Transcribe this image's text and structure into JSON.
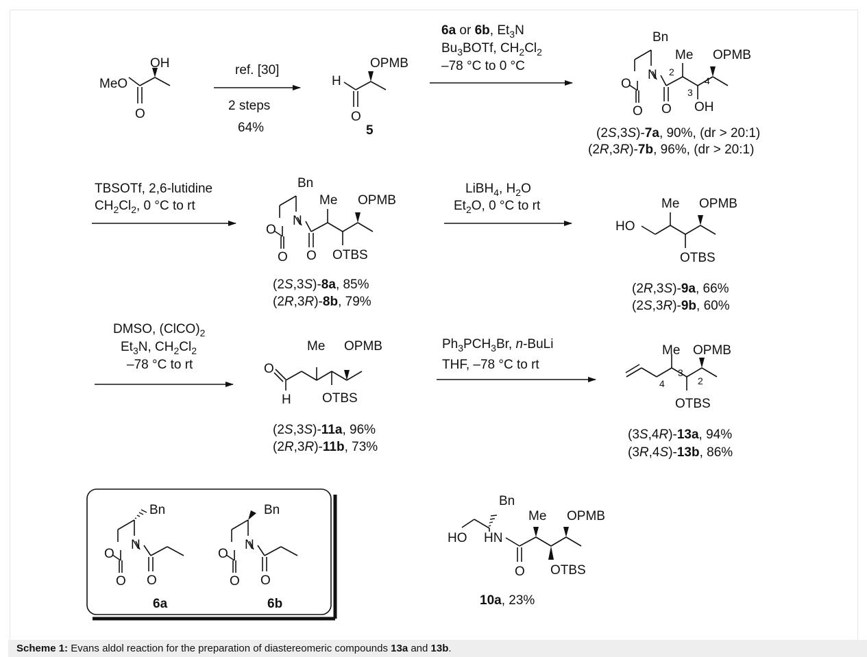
{
  "caption": {
    "label": "Scheme 1:",
    "text_a": " Evans aldol reaction for the preparation of diastereomeric compounds ",
    "cmp1": "13a",
    "text_b": " and ",
    "cmp2": "13b",
    "text_c": "."
  },
  "row1": {
    "start_meo": "MeO",
    "start_oh": "OH",
    "start_o": "O",
    "arrow1_top": "ref. [30]",
    "arrow1_mid": "2 steps",
    "arrow1_bot": "64%",
    "c5_h": "H",
    "c5_opmb": "OPMB",
    "c5_o": "O",
    "c5_label": "5",
    "arrow2_l1_a": "6a",
    "arrow2_l1_or": " or ",
    "arrow2_l1_b": "6b",
    "arrow2_l1_c": ", Et",
    "arrow2_l1_sub": "3",
    "arrow2_l1_d": "N",
    "arrow2_l2_a": "Bu",
    "arrow2_l2_sub": "3",
    "arrow2_l2_b": "BOTf, CH",
    "arrow2_l2_sub2": "2",
    "arrow2_l2_c": "Cl",
    "arrow2_l2_sub3": "2",
    "arrow2_l3": "–78 °C to 0 °C",
    "c7_bn": "Bn",
    "c7_me": "Me",
    "c7_opmb": "OPMB",
    "c7_o1": "O",
    "c7_n": "N",
    "c7_o2": "O",
    "c7_o3": "O",
    "c7_oh": "OH",
    "c7_n2": "2",
    "c7_n3": "3",
    "c7_n4": "4",
    "c7_label_a": "(2",
    "c7_label_s": "S",
    "c7_label_b": ",3",
    "c7_label_s2": "S",
    "c7_label_c": ")-",
    "c7_label_cmp": "7a",
    "c7_label_d": ", 90%, (dr > 20:1)",
    "c7b_label_a": "(2",
    "c7b_label_r": "R",
    "c7b_label_b": ",3",
    "c7b_label_r2": "R",
    "c7b_label_c": ")-",
    "c7b_label_cmp": "7b",
    "c7b_label_d": ", 96%, (dr > 20:1)"
  },
  "row2": {
    "arrow1_l1": "TBSOTf, 2,6-lutidine",
    "arrow1_l2_a": "CH",
    "arrow1_l2_sub": "2",
    "arrow1_l2_b": "Cl",
    "arrow1_l2_sub2": "2",
    "arrow1_l2_c": ", 0 °C to rt",
    "c8_bn": "Bn",
    "c8_me": "Me",
    "c8_opmb": "OPMB",
    "c8_o1": "O",
    "c8_n": "N",
    "c8_o2": "O",
    "c8_o3": "O",
    "c8_otbs": "OTBS",
    "c8a_a": "(2",
    "c8a_s": "S",
    "c8a_b": ",3",
    "c8a_s2": "S",
    "c8a_c": ")-",
    "c8a_cmp": "8a",
    "c8a_d": ", 85%",
    "c8b_a": "(2",
    "c8b_r": "R",
    "c8b_b": ",3",
    "c8b_r2": "R",
    "c8b_c": ")-",
    "c8b_cmp": "8b",
    "c8b_d": ", 79%",
    "arrow2_l1_a": "LiBH",
    "arrow2_l1_sub": "4",
    "arrow2_l1_b": ", H",
    "arrow2_l1_sub2": "2",
    "arrow2_l1_c": "O",
    "arrow2_l2_a": "Et",
    "arrow2_l2_sub": "2",
    "arrow2_l2_b": "O, 0 °C to rt",
    "c9_ho": "HO",
    "c9_me": "Me",
    "c9_opmb": "OPMB",
    "c9_otbs": "OTBS",
    "c9a_a": "(2",
    "c9a_r": "R",
    "c9a_b": ",3",
    "c9a_s": "S",
    "c9a_c": ")-",
    "c9a_cmp": "9a",
    "c9a_d": ", 66%",
    "c9b_a": "(2",
    "c9b_s": "S",
    "c9b_b": ",3",
    "c9b_r": "R",
    "c9b_c": ")-",
    "c9b_cmp": "9b",
    "c9b_d": ", 60%"
  },
  "row3": {
    "arrow1_l1_a": "DMSO, (ClCO)",
    "arrow1_l1_sub": "2",
    "arrow1_l2_a": "Et",
    "arrow1_l2_sub": "3",
    "arrow1_l2_b": "N, CH",
    "arrow1_l2_sub2": "2",
    "arrow1_l2_c": "Cl",
    "arrow1_l2_sub3": "2",
    "arrow1_l3": "–78 °C to rt",
    "c11_o": "O",
    "c11_h": "H",
    "c11_me": "Me",
    "c11_opmb": "OPMB",
    "c11_otbs": "OTBS",
    "c11a_a": "(2",
    "c11a_s": "S",
    "c11a_b": ",3",
    "c11a_s2": "S",
    "c11a_c": ")-",
    "c11a_cmp": "11a",
    "c11a_d": ", 96%",
    "c11b_a": "(2",
    "c11b_r": "R",
    "c11b_b": ",3",
    "c11b_r2": "R",
    "c11b_c": ")-",
    "c11b_cmp": "11b",
    "c11b_d": ", 73%",
    "arrow2_l1_a": "Ph",
    "arrow2_l1_sub": "3",
    "arrow2_l1_b": "PCH",
    "arrow2_l1_sub2": "3",
    "arrow2_l1_c": "Br, ",
    "arrow2_l1_it": "n",
    "arrow2_l1_d": "-BuLi",
    "arrow2_l2": "THF, –78 °C to rt",
    "c13_me": "Me",
    "c13_opmb": "OPMB",
    "c13_otbs": "OTBS",
    "c13_n4": "4",
    "c13_n3": "3",
    "c13_n2": "2",
    "c13a_a": "(3",
    "c13a_s": "S",
    "c13a_b": ",4",
    "c13a_r": "R",
    "c13a_c": ")-",
    "c13a_cmp": "13a",
    "c13a_d": ", 94%",
    "c13b_a": "(3",
    "c13b_r": "R",
    "c13b_b": ",4",
    "c13b_s": "S",
    "c13b_c": ")-",
    "c13b_cmp": "13b",
    "c13b_d": ", 86%"
  },
  "box": {
    "a_bn": "Bn",
    "a_o1": "O",
    "a_n": "N",
    "a_o2": "O",
    "a_o3": "O",
    "a_label": "6a",
    "b_bn": "Bn",
    "b_o1": "O",
    "b_n": "N",
    "b_o2": "O",
    "b_o3": "O",
    "b_label": "6b"
  },
  "c10": {
    "bn": "Bn",
    "ho": "HO",
    "hn": "HN",
    "me": "Me",
    "opmb": "OPMB",
    "o": "O",
    "otbs": "OTBS",
    "label_cmp": "10a",
    "label_rest": ", 23%"
  }
}
